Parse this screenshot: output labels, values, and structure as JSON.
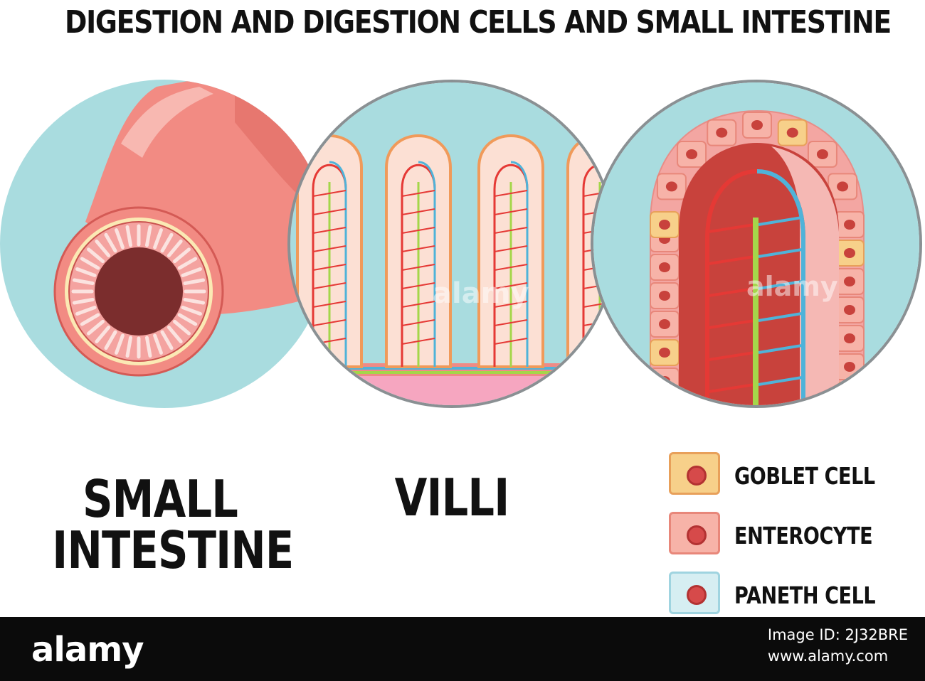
{
  "title": "DIGESTION AND DIGESTION CELLS AND SMALL INTESTINE",
  "labels": {
    "small_intestine_line1": "SMALL",
    "small_intestine_line2": "INTESTINE",
    "villi": "VILLI"
  },
  "legend": [
    {
      "label": "GOBLET CELL",
      "fill": "#f7d08a",
      "border": "#e8a05a",
      "icon": "goblet-cell-icon"
    },
    {
      "label": "ENTEROCYTE",
      "fill": "#f7b3a8",
      "border": "#e8877a",
      "icon": "enterocyte-icon"
    },
    {
      "label": "PANETH CELL",
      "fill": "#d6eef2",
      "border": "#9fd4e0",
      "icon": "paneth-cell-icon"
    }
  ],
  "colors": {
    "background_circle": "#a9dcdf",
    "intestine_pink": "#f28b83",
    "lumen": "#7b2d2d",
    "artery": "#e53935",
    "vein": "#4fb3d9",
    "lacteal": "#a5d64a"
  },
  "footer": {
    "logo": "alamy",
    "image_id_label": "Image ID: 2J32BRE",
    "url": "www.alamy.com"
  },
  "watermark": "alamy"
}
